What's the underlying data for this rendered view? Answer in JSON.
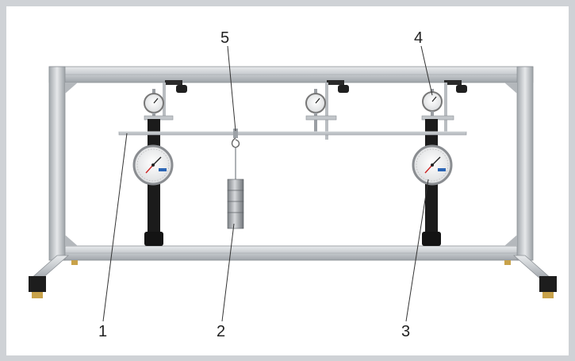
{
  "callouts": [
    {
      "id": "1",
      "label": "1"
    },
    {
      "id": "2",
      "label": "2"
    },
    {
      "id": "3",
      "label": "3"
    },
    {
      "id": "4",
      "label": "4"
    },
    {
      "id": "5",
      "label": "5"
    }
  ],
  "colors": {
    "background_border": "#cfd2d6",
    "canvas": "#ffffff",
    "aluminum": "#c9ccd0",
    "aluminum_dark": "#9ea3a8",
    "black_column": "#1b1b1b",
    "foot_brass": "#c8a24a",
    "dial_face": "#f4f4f4"
  }
}
